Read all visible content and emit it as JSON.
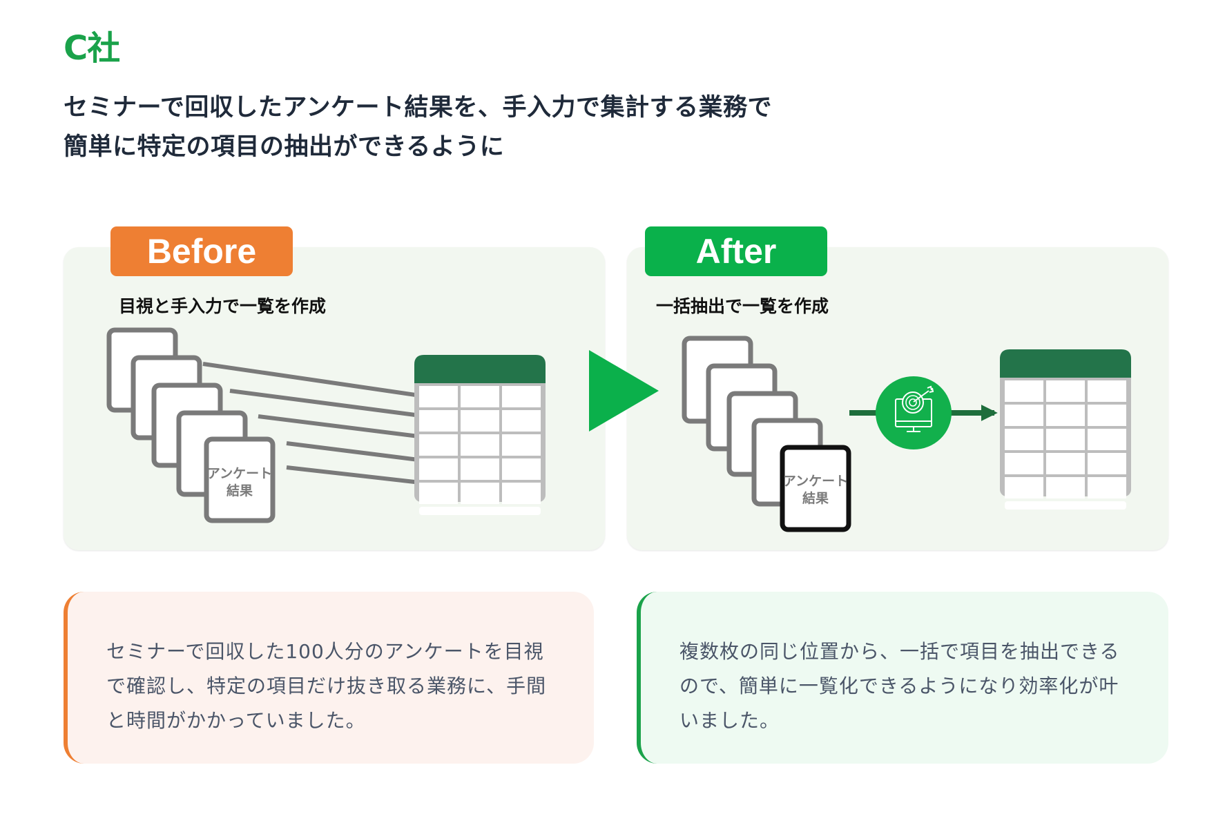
{
  "company": "C社",
  "headline": {
    "line1": "セミナーで回収したアンケート結果を、手入力で集計する業務で",
    "line2": "簡単に特定の項目の抽出ができるように"
  },
  "before": {
    "badge": "Before",
    "subtitle": "目視と手入力で一覧を作成",
    "document_label_line1": "アンケート",
    "document_label_line2": "結果",
    "document_count": 5,
    "spreadsheet": {
      "columns": 3,
      "rows": 5
    },
    "description": [
      "セミナーで回収した100人分のアンケートを目視",
      "で確認し、特定の項目だけ抜き取る業務に、手間",
      "と時間がかかっていました。"
    ]
  },
  "after": {
    "badge": "After",
    "subtitle": "一括抽出で一覧を作成",
    "document_label_line1": "アンケート",
    "document_label_line2": "結果",
    "document_count": 5,
    "process_icon": "monitor-target-icon",
    "spreadsheet": {
      "columns": 3,
      "rows": 5
    },
    "description": [
      "複数枚の同じ位置から、一括で項目を抽出できる",
      "ので、簡単に一覧化できるようになり効率化が叶",
      "いました。"
    ]
  },
  "colors": {
    "company": "#1aa24a",
    "before_accent": "#ee7f33",
    "after_accent": "#0ab14b",
    "sheet_header": "#23744a",
    "transition_arrow": "#0bb04b"
  }
}
